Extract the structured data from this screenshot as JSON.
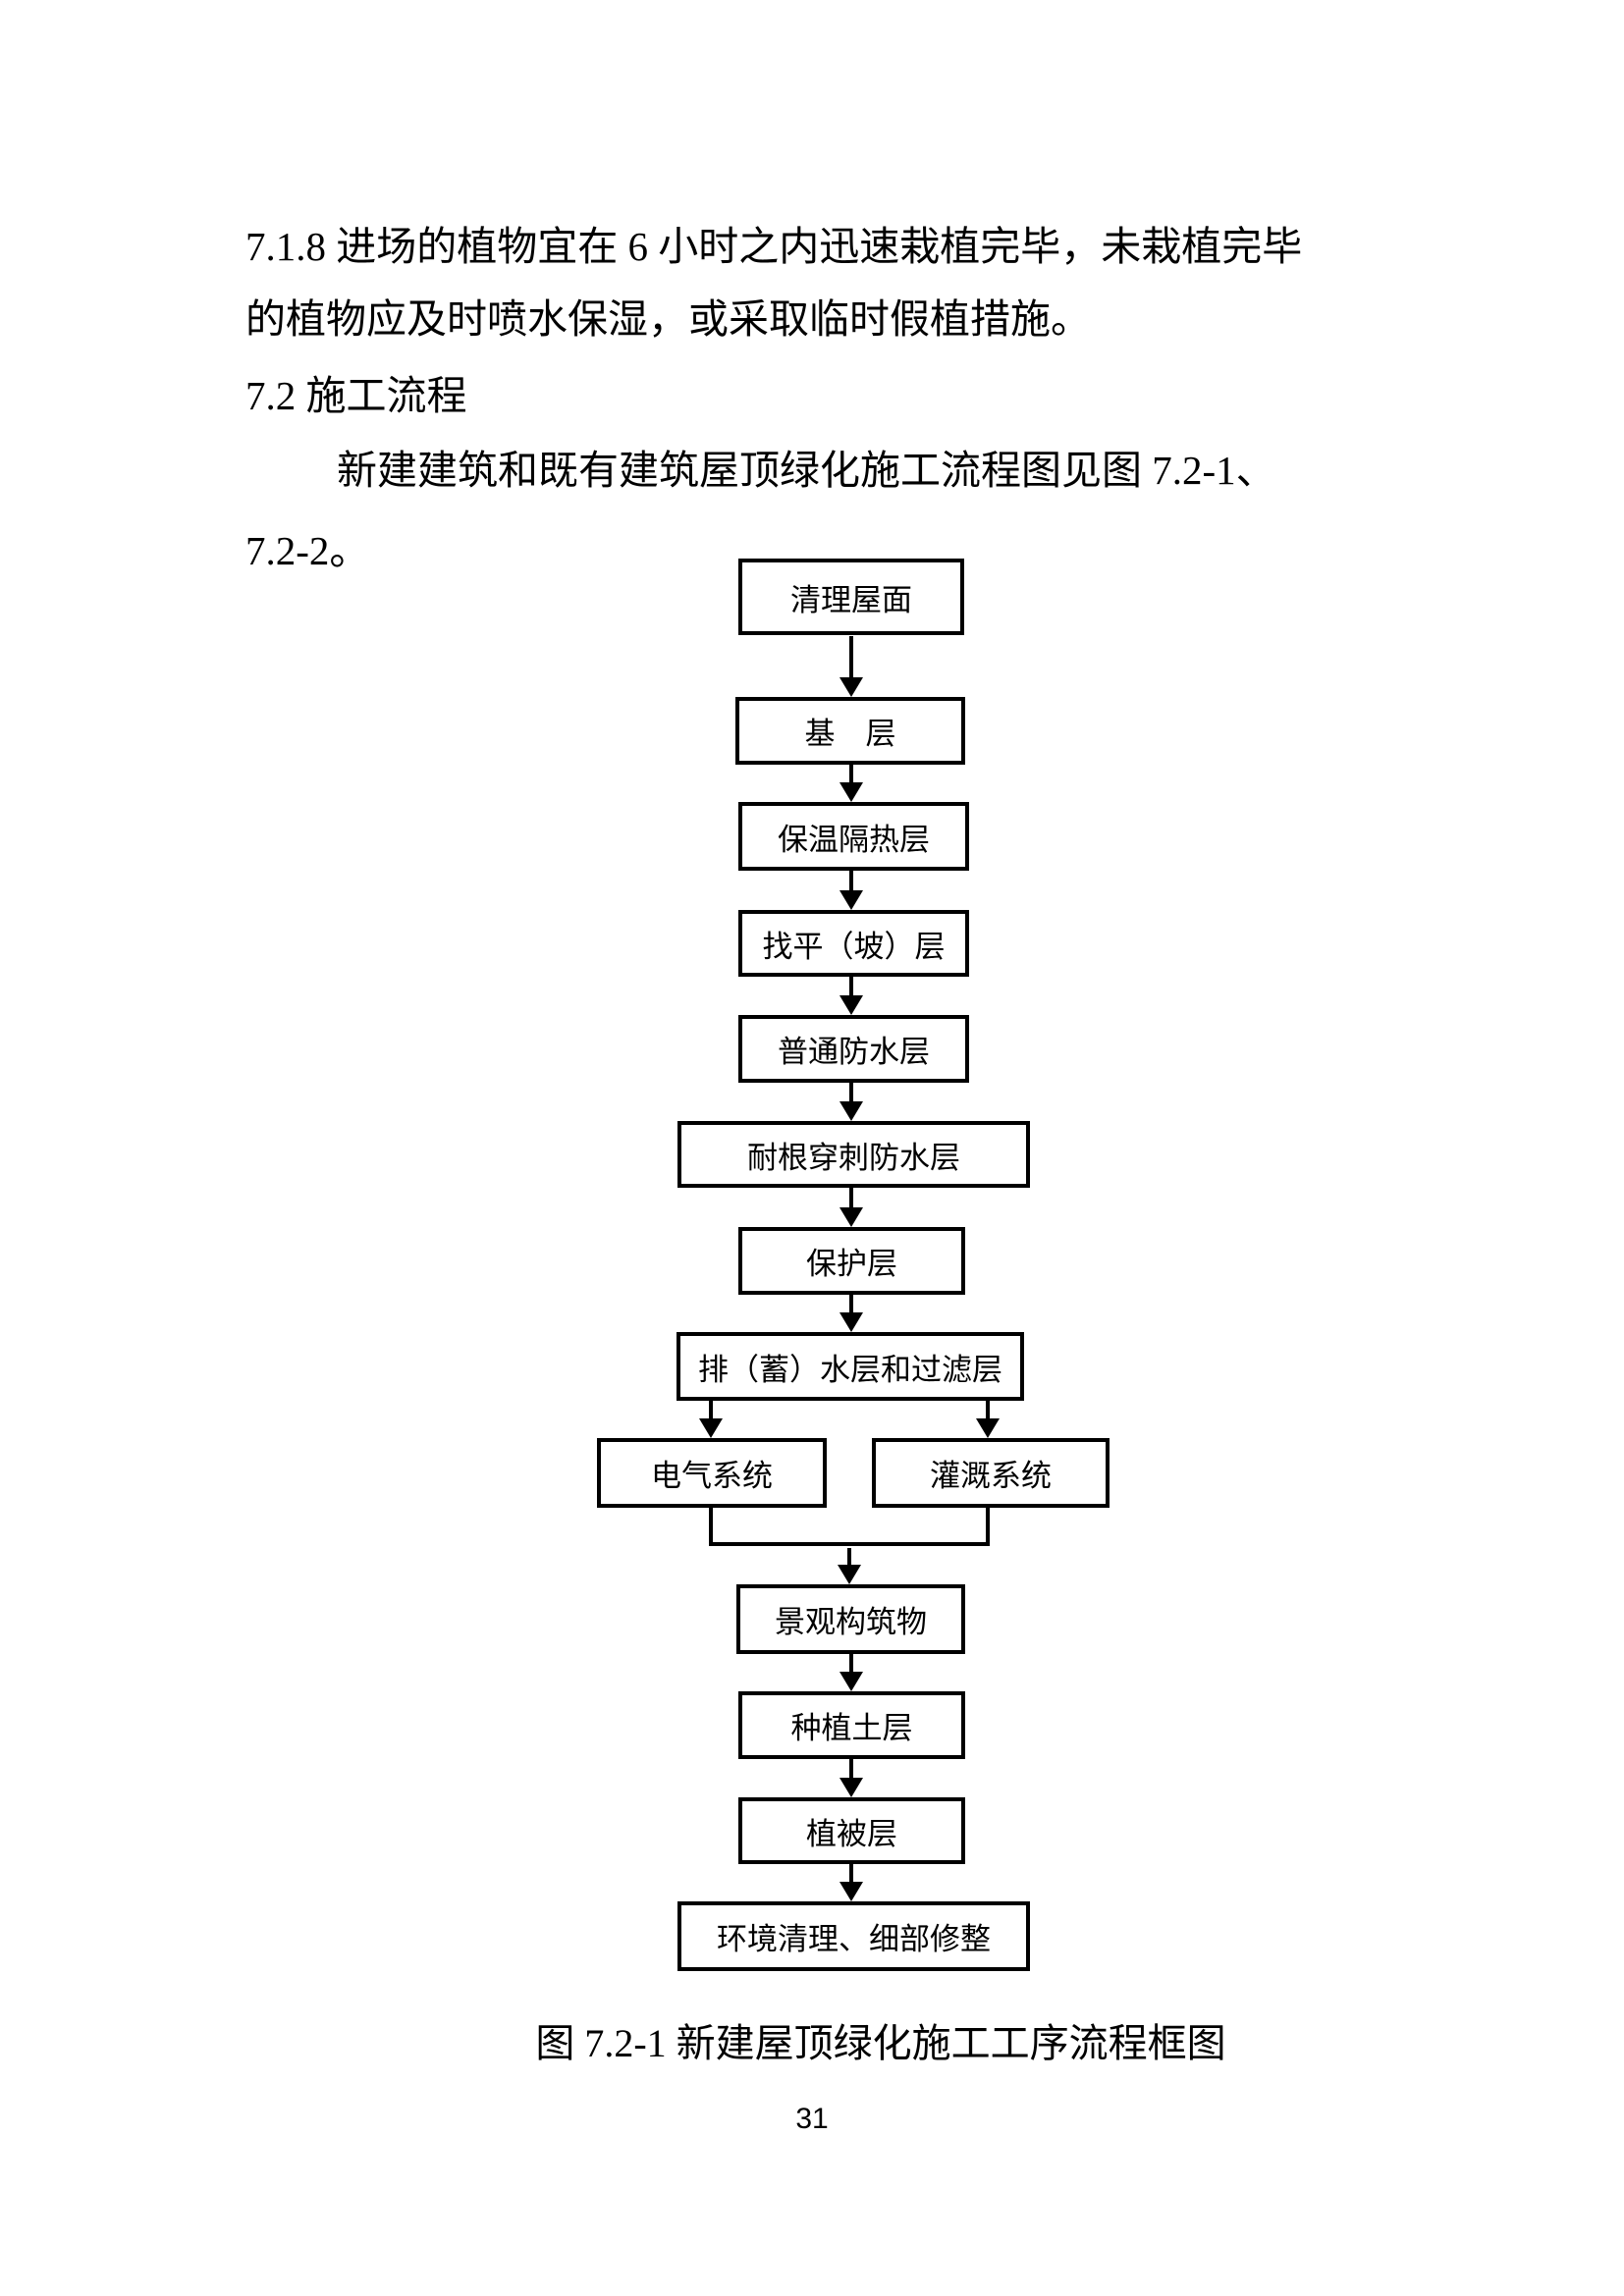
{
  "document": {
    "section_718_line1": "7.1.8 进场的植物宜在 6 小时之内迅速栽植完毕，未栽植完毕",
    "section_718_line2": "的植物应及时喷水保湿，或采取临时假植措施。",
    "section_72_heading": "7.2 施工流程",
    "section_72_line1": "新建建筑和既有建筑屋顶绿化施工流程图见图 7.2-1、",
    "section_72_line2": "7.2-2。",
    "page_number": "31"
  },
  "flowchart": {
    "caption": "图 7.2-1 新建屋顶绿化施工工序流程框图",
    "colors": {
      "line": "#000000",
      "box_background": "#ffffff",
      "text": "#000000"
    },
    "nodes": [
      {
        "id": "clean-roof",
        "label": "清理屋面"
      },
      {
        "id": "base-layer",
        "label": "基　层"
      },
      {
        "id": "thermal-insulation-layer",
        "label": "保温隔热层"
      },
      {
        "id": "leveling-slope-layer",
        "label": "找平（坡）层"
      },
      {
        "id": "ordinary-waterproof-layer",
        "label": "普通防水层"
      },
      {
        "id": "root-puncture-resistant-waterproof-layer",
        "label": "耐根穿刺防水层"
      },
      {
        "id": "protection-layer",
        "label": "保护层"
      },
      {
        "id": "drainage-storage-filter-layer",
        "label": "排（蓄）水层和过滤层"
      },
      {
        "id": "electrical-system",
        "label": "电气系统"
      },
      {
        "id": "irrigation-system",
        "label": "灌溉系统"
      },
      {
        "id": "landscape-structures",
        "label": "景观构筑物"
      },
      {
        "id": "planting-soil-layer",
        "label": "种植土层"
      },
      {
        "id": "vegetation-layer",
        "label": "植被层"
      },
      {
        "id": "environment-cleanup-detail-finishing",
        "label": "环境清理、细部修整"
      }
    ],
    "edges": [
      [
        "clean-roof",
        "base-layer"
      ],
      [
        "base-layer",
        "thermal-insulation-layer"
      ],
      [
        "thermal-insulation-layer",
        "leveling-slope-layer"
      ],
      [
        "leveling-slope-layer",
        "ordinary-waterproof-layer"
      ],
      [
        "ordinary-waterproof-layer",
        "root-puncture-resistant-waterproof-layer"
      ],
      [
        "root-puncture-resistant-waterproof-layer",
        "protection-layer"
      ],
      [
        "protection-layer",
        "drainage-storage-filter-layer"
      ],
      [
        "drainage-storage-filter-layer",
        "electrical-system"
      ],
      [
        "drainage-storage-filter-layer",
        "irrigation-system"
      ],
      [
        "electrical-system",
        "landscape-structures"
      ],
      [
        "irrigation-system",
        "landscape-structures"
      ],
      [
        "landscape-structures",
        "planting-soil-layer"
      ],
      [
        "planting-soil-layer",
        "vegetation-layer"
      ],
      [
        "vegetation-layer",
        "environment-cleanup-detail-finishing"
      ]
    ]
  }
}
